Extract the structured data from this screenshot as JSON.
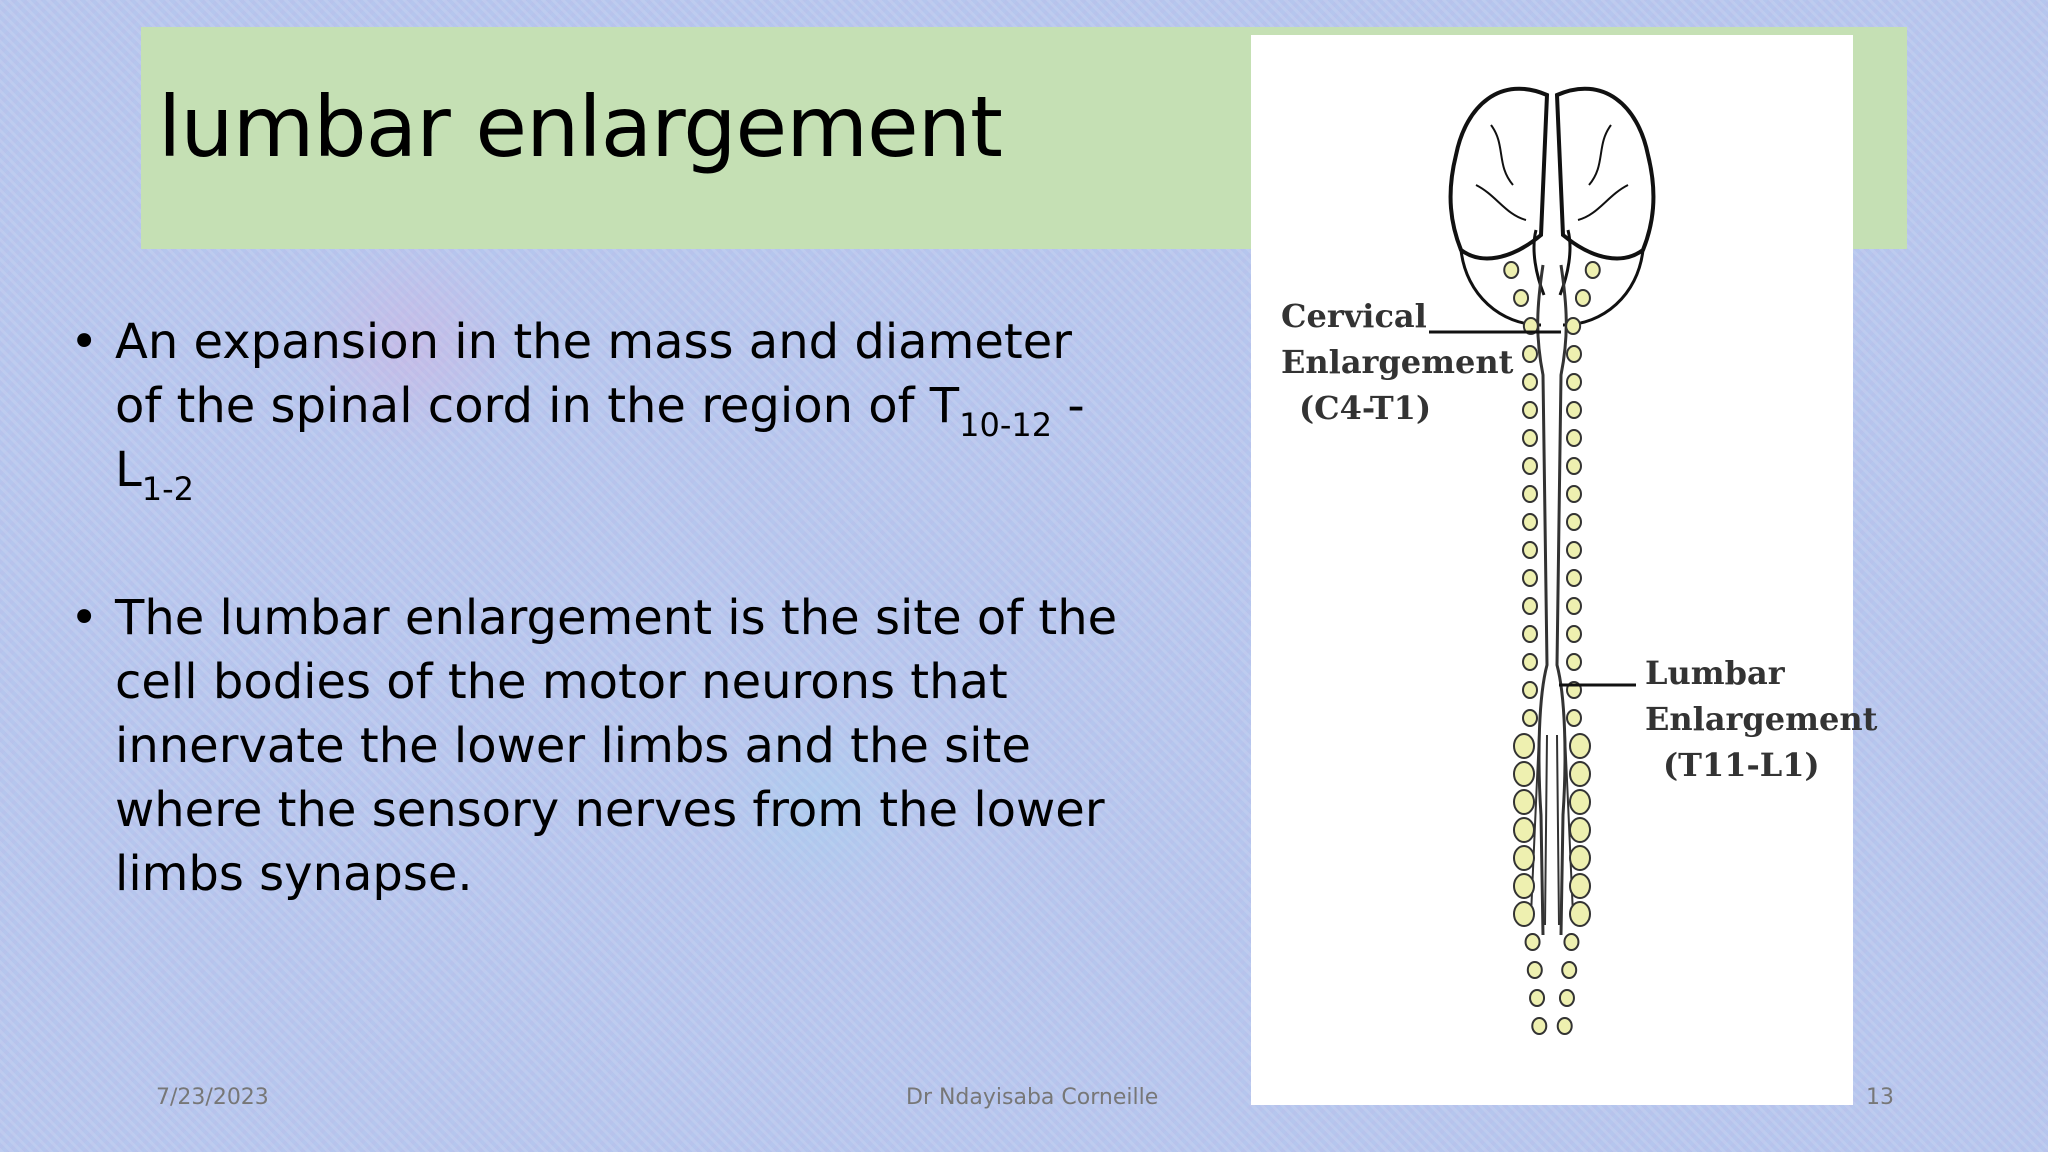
{
  "slide": {
    "title": "lumbar enlargement",
    "bullets": {
      "b1_text": "An expansion in the mass and diameter of the spinal cord in the region of T",
      "b1_sub1": "10-12",
      "b1_mid": " - L",
      "b1_sub2": "1-2",
      "b2_text": "The lumbar enlargement is the site of the cell bodies of the motor neurons that innervate the lower limbs and the site where the sensory nerves from the lower limbs synapse."
    },
    "figure": {
      "cervical_l1": "Cervical",
      "cervical_l2": "Enlargement",
      "cervical_l3": "(C4-T1)",
      "lumbar_l1": "Lumbar",
      "lumbar_l2": "Enlargement",
      "lumbar_l3": "(T11-L1)"
    },
    "footer": {
      "date": "7/23/2023",
      "author": "Dr Ndayisaba Corneille",
      "page": "13"
    }
  }
}
